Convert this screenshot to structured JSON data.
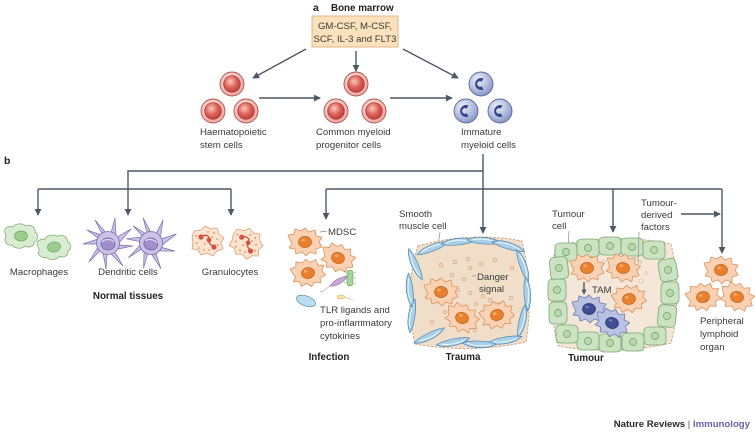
{
  "figure": {
    "panel_a": {
      "letter": "a",
      "title": "Bone marrow",
      "factors_box": [
        "GM-CSF, M-CSF,",
        "SCF, IL-3 and FLT3"
      ],
      "stages": [
        {
          "label": [
            "Haematopoietic",
            "stem cells"
          ]
        },
        {
          "label": [
            "Common myeloid",
            "progenitor cells"
          ]
        },
        {
          "label": [
            "Immature",
            "myeloid cells"
          ]
        }
      ]
    },
    "panel_b": {
      "letter": "b",
      "normal_tissues": {
        "heading": "Normal tissues",
        "cell_types": [
          "Macrophages",
          "Dendritic cells",
          "Granulocytes"
        ]
      },
      "infection": {
        "heading": "Infection",
        "mdsc_label": "MDSC",
        "stimulus": [
          "TLR ligands and",
          "pro-inflammatory",
          "cytokines"
        ]
      },
      "trauma": {
        "heading": "Trauma",
        "smooth_muscle": [
          "Smooth",
          "muscle cell"
        ],
        "danger": [
          "Danger",
          "signal"
        ]
      },
      "tumour": {
        "heading": "Tumour",
        "tumour_cell": [
          "Tumour",
          "cell"
        ],
        "tam": "TAM",
        "factors": [
          "Tumour-",
          "derived",
          "factors"
        ]
      },
      "peripheral": {
        "label": [
          "Peripheral",
          "lymphoid",
          "organ"
        ]
      }
    }
  },
  "footer": {
    "journal": "Nature Reviews",
    "separator": " | ",
    "section": "Immunology"
  },
  "colors": {
    "line": "#4d5964",
    "factor_box": "#fbe2bd",
    "accent": "#6b5fa5"
  }
}
